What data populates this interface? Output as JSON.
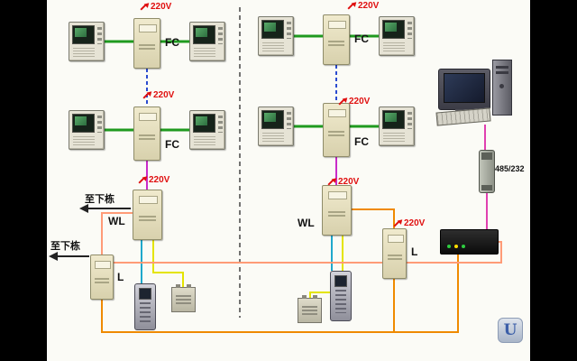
{
  "palette": {
    "background": "#000000",
    "panel": "#fbfbf6",
    "wire_video_green": "#1f9a1f",
    "wire_riser_blue": "#2b4bd0",
    "wire_power_magenta": "#c92bc9",
    "wire_pc_pink": "#e040b0",
    "wire_audio_cyan": "#1fa8cc",
    "wire_signal_yellow": "#e4e400",
    "wire_bus_orange": "#ef8a00",
    "wire_bus_salmon": "#ff9b77",
    "label_red": "#e01010",
    "box_beige": "#e6e0c4",
    "logo_blue": "#3b5ea8"
  },
  "labels": {
    "v220": "220V",
    "fc": "FC",
    "wl": "WL",
    "l": "L",
    "to_next_building": "至下栋",
    "converter": "485/232",
    "logo_u": "U"
  }
}
